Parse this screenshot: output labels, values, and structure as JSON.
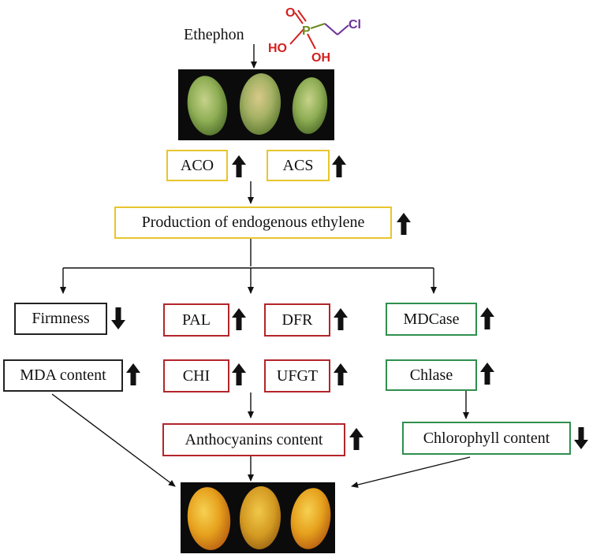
{
  "ethephon": {
    "label": "Ethephon",
    "structure": {
      "o_label": "O",
      "p_label": "P",
      "cl_label": "Cl",
      "ho_label": "HO",
      "oh_label": "OH"
    }
  },
  "nodes": {
    "aco": {
      "label": "ACO",
      "trend": "up"
    },
    "acs": {
      "label": "ACS",
      "trend": "up"
    },
    "ethylene": {
      "label": "Production of endogenous ethylene",
      "trend": "up"
    },
    "firmness": {
      "label": "Firmness",
      "trend": "down"
    },
    "mda": {
      "label": "MDA content",
      "trend": "up"
    },
    "pal": {
      "label": "PAL",
      "trend": "up"
    },
    "chi": {
      "label": "CHI",
      "trend": "up"
    },
    "dfr": {
      "label": "DFR",
      "trend": "up"
    },
    "ufgt": {
      "label": "UFGT",
      "trend": "up"
    },
    "anthocyanins": {
      "label": "Anthocyanins content",
      "trend": "up"
    },
    "mdcase": {
      "label": "MDCase",
      "trend": "up"
    },
    "chlase": {
      "label": "Chlase",
      "trend": "up"
    },
    "chlorophyll": {
      "label": "Chlorophyll content",
      "trend": "down"
    }
  },
  "colors": {
    "yellow_border": "#e8c52c",
    "black_border": "#222222",
    "red_border": "#b3252b",
    "green_border": "#2f8f4e",
    "oxygen": "#d42020",
    "phosphorus": "#6a8a1c",
    "chlorine": "#6b2f9a",
    "unripe_mango": "#8fae55",
    "ripe_mango": "#e6a11d"
  },
  "images": {
    "top_photo": "three unripe green mangoes on black background",
    "bottom_photo": "three ripe yellow-orange mangoes on black background"
  }
}
